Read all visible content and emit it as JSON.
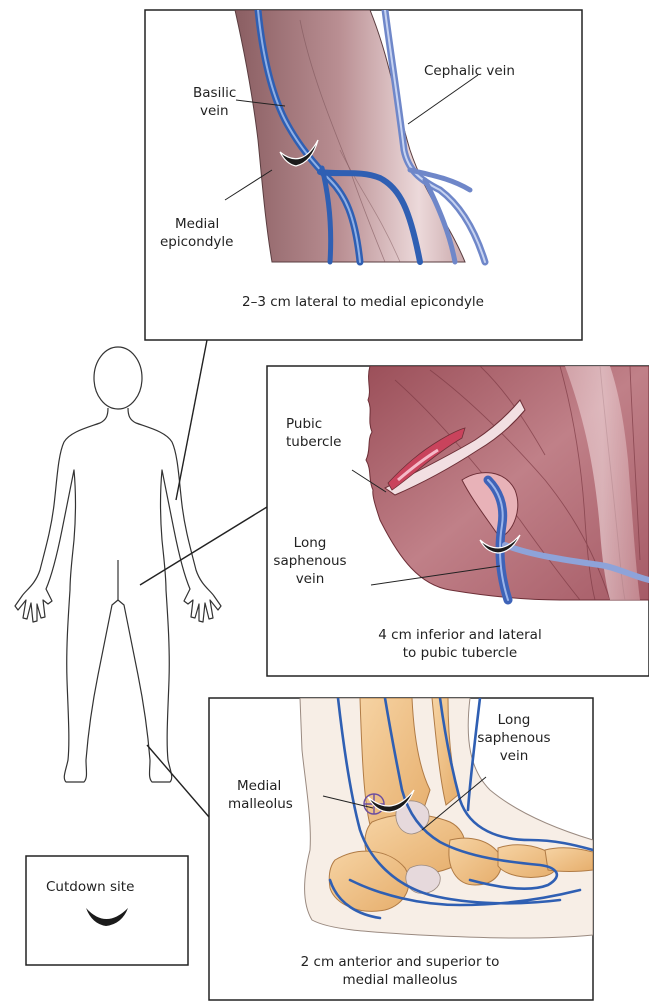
{
  "panels": {
    "arm": {
      "labels": {
        "basilic_l1": "Basilic",
        "basilic_l2": "vein",
        "cephalic": "Cephalic vein",
        "medial_l1": "Medial",
        "medial_l2": "epicondyle"
      },
      "caption": "2–3 cm lateral to medial epicondyle"
    },
    "groin": {
      "labels": {
        "pubic_l1": "Pubic",
        "pubic_l2": "tubercle",
        "saph_l1": "Long",
        "saph_l2": "saphenous",
        "saph_l3": "vein"
      },
      "caption_l1": "4 cm inferior and lateral",
      "caption_l2": "to pubic tubercle"
    },
    "ankle": {
      "labels": {
        "saph_l1": "Long",
        "saph_l2": "saphenous",
        "saph_l3": "vein",
        "mall_l1": "Medial",
        "mall_l2": "malleolus"
      },
      "caption_l1": "2 cm anterior and superior to",
      "caption_l2": "medial malleolus"
    }
  },
  "legend": {
    "label": "Cutdown site"
  },
  "colors": {
    "vein": "#2f5fb3",
    "skin": "#b8898c",
    "muscle": "#a8606a",
    "bone": "#f2c58e",
    "cutdown_mark": "#1b1b1b"
  }
}
